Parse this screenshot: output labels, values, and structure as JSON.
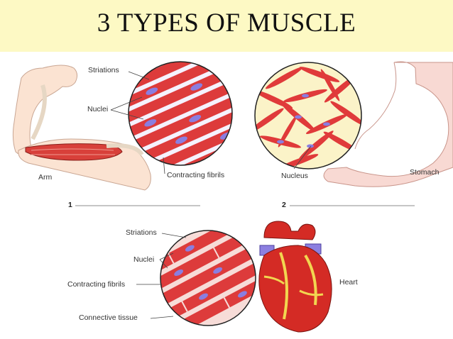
{
  "title": "3 TYPES OF MUSCLE",
  "colors": {
    "title_band": "#fdf9c4",
    "muscle_red": "#e03a3a",
    "skin": "#fbe3d2",
    "heart_red": "#d42b25",
    "vessel_blue": "#8c7fe0",
    "fat_yellow": "#f2d650"
  },
  "skeletal": {
    "labels": {
      "striations": "Striations",
      "nuclei": "Nuclei",
      "contracting_fibrils": "Contracting fibrils",
      "arm": "Arm"
    },
    "number": "1"
  },
  "smooth": {
    "labels": {
      "nucleus": "Nucleus",
      "stomach": "Stomach"
    },
    "number": "2"
  },
  "cardiac": {
    "labels": {
      "striations": "Striations",
      "nuclei": "Nuclei",
      "contracting_fibrils": "Contracting fibrils",
      "connective_tissue": "Connective tissue",
      "heart": "Heart"
    }
  }
}
